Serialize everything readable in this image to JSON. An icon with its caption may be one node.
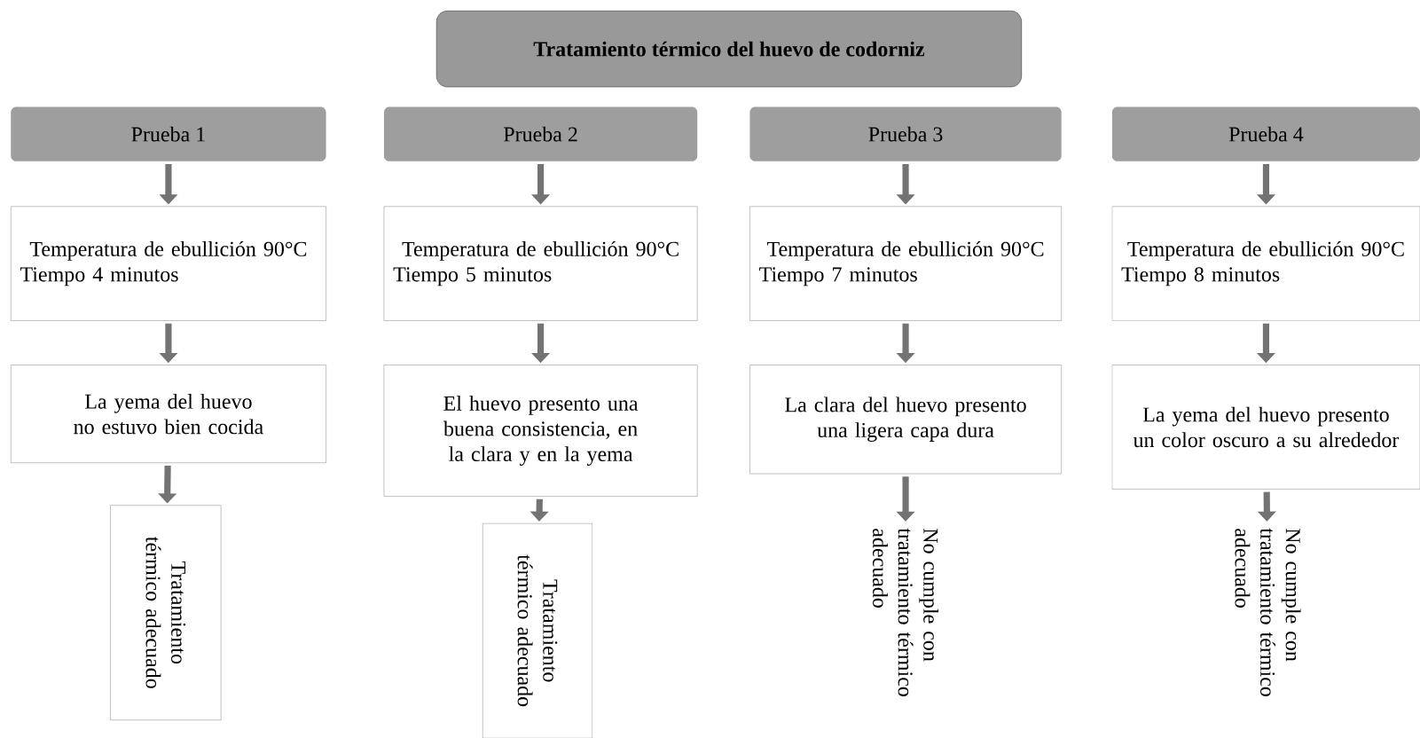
{
  "diagram": {
    "nodes": [
      {
        "text": [
          "Tratamiento térmico del huevo de codorniz"
        ]
      },
      {
        "text": [
          "Prueba 1"
        ]
      },
      {
        "text": [
          "Temperatura de ebullición 90°C",
          "Tiempo 4 minutos"
        ]
      },
      {
        "text": [
          "La yema del huevo no estuvo bien cocida"
        ]
      },
      {
        "text": [
          "Tratamiento térmico adecuado"
        ]
      },
      {
        "text": [
          "Prueba 2"
        ]
      },
      {
        "text": [
          "Temperatura de ebullición 90°C",
          "Tiempo 5 minutos"
        ]
      },
      {
        "text": [
          "El huevo presento una buena consistencia, en la clara y en la yema"
        ]
      },
      {
        "text": [
          "Tratamiento térmico adecuado"
        ]
      },
      {
        "text": [
          "Prueba 3"
        ]
      },
      {
        "text": [
          "Temperatura de ebullición 90°C",
          "Tiempo 7 minutos"
        ]
      },
      {
        "text": [
          "La clara del huevo presento una ligera capa dura"
        ]
      },
      {
        "text": [
          "No cumple con tratamiento térmico adecuado"
        ]
      },
      {
        "text": [
          "Prueba 4"
        ]
      },
      {
        "text": [
          "Temperatura de ebullición 90°C",
          "Tiempo 8 minutos"
        ]
      },
      {
        "text": [
          "La yema del huevo presento un color oscuro a su alrededor"
        ]
      },
      {
        "text": [
          "No cumple con tratamiento térmico adecuado"
        ]
      }
    ],
    "edges": [
      {
        "from": 1,
        "to": 2,
        "arrow": "to"
      },
      {
        "from": 2,
        "to": 3,
        "arrow": "to"
      },
      {
        "from": 3,
        "to": 4,
        "arrow": "to"
      },
      {
        "from": 5,
        "to": 6,
        "arrow": "to"
      },
      {
        "from": 6,
        "to": 7,
        "arrow": "to"
      },
      {
        "from": 7,
        "to": 8,
        "arrow": "to"
      },
      {
        "from": 9,
        "to": 10,
        "arrow": "to"
      },
      {
        "from": 10,
        "to": 11,
        "arrow": "to"
      },
      {
        "from": 11,
        "to": 12,
        "arrow": "to"
      },
      {
        "from": 13,
        "to": 14,
        "arrow": "to"
      },
      {
        "from": 14,
        "to": 15,
        "arrow": "to"
      },
      {
        "from": 15,
        "to": 16,
        "arrow": "to"
      }
    ]
  }
}
